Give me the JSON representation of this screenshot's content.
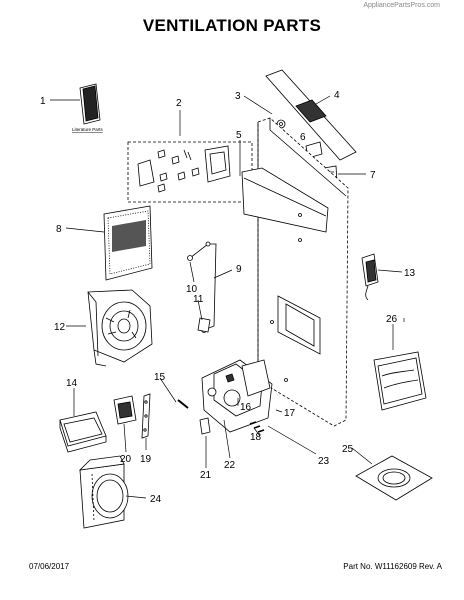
{
  "watermark": "AppliancePartsPros.com",
  "title": "VENTILATION PARTS",
  "literature_label": "Literature Parts",
  "footer": {
    "date": "07/06/2017",
    "part_no": "Part No. W11162609  Rev. A"
  },
  "callouts": [
    "1",
    "2",
    "3",
    "4",
    "5",
    "6",
    "7",
    "8",
    "9",
    "10",
    "11",
    "12",
    "13",
    "14",
    "15",
    "16",
    "17",
    "18",
    "19",
    "20",
    "21",
    "22",
    "23",
    "24",
    "25",
    "26"
  ]
}
